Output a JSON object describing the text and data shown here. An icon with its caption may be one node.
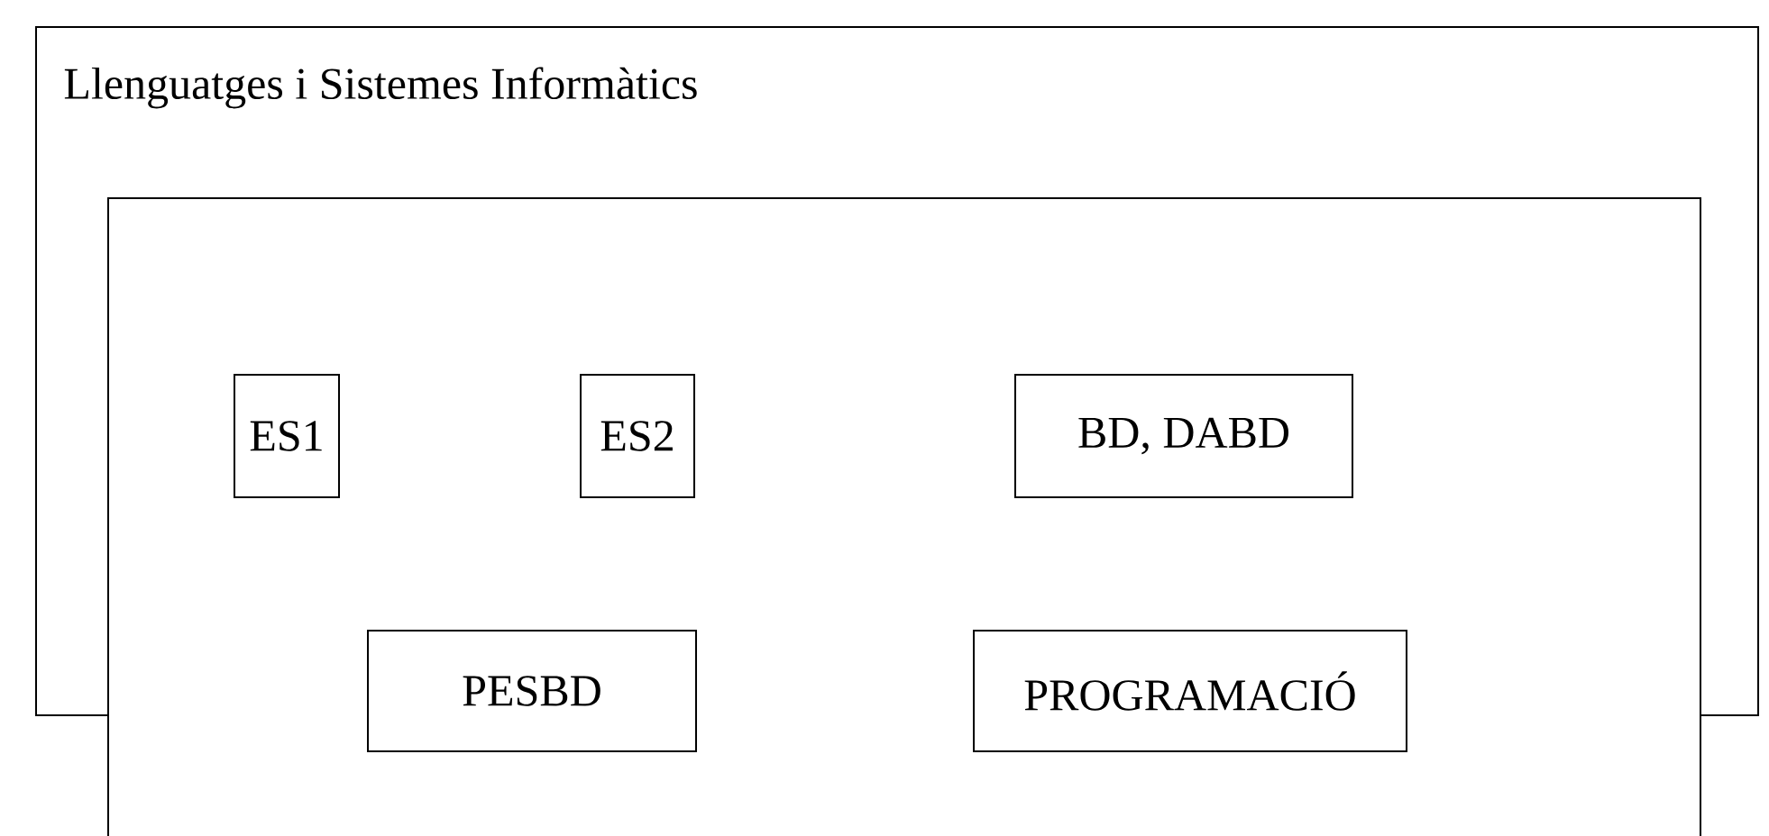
{
  "diagram": {
    "nodes": [
      {
        "text": [
          "Llenguatges i Sistemes Informàtics"
        ]
      },
      {
        "text": [],
        "shape": "box"
      },
      {
        "text": [
          "ES1"
        ]
      },
      {
        "text": [
          "ES2"
        ]
      },
      {
        "text": [
          "BD, DABD"
        ]
      },
      {
        "text": [
          "PESBD"
        ],
        "in": 1
      },
      {
        "text": [
          "PROGRAMACIÓ"
        ],
        "in": 1
      }
    ]
  }
}
